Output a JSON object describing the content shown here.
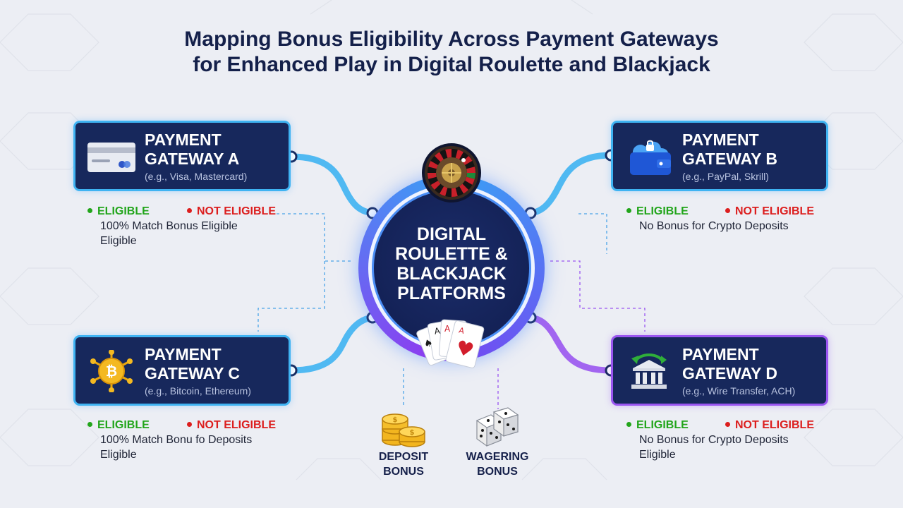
{
  "title": {
    "line1": "Mapping Bonus Eligibility Across Payment Gateways",
    "line2": "for Enhanced Play in Digital Roulette and Blackjack"
  },
  "hub": {
    "lines": [
      "DIGITAL",
      "ROULETTE &",
      "BLACKJACK",
      "PLATFORMS"
    ],
    "icons": [
      "roulette-wheel-icon",
      "playing-cards-icon"
    ]
  },
  "gateways": [
    {
      "id": "a",
      "title_line1": "PAYMENT",
      "title_line2": "GATEWAY A",
      "subtitle": "(e.g., Visa, Mastercard)",
      "icon": "credit-card-icon",
      "eligible_label": "ELIGIBLE",
      "not_eligible_label": "NOT ELIGIBLE",
      "notes": [
        "100% Match Bonus Eligible",
        "Eligible"
      ]
    },
    {
      "id": "b",
      "title_line1": "PAYMENT",
      "title_line2": "GATEWAY B",
      "subtitle": "(e.g., PayPal, Skrill)",
      "icon": "digital-wallet-icon",
      "eligible_label": "ELIGIBLE",
      "not_eligible_label": "NOT ELIGIBLE",
      "notes": [
        "No Bonus for Crypto Deposits"
      ]
    },
    {
      "id": "c",
      "title_line1": "PAYMENT",
      "title_line2": "GATEWAY C",
      "subtitle": "(e.g., Bitcoin, Ethereum)",
      "icon": "bitcoin-icon",
      "eligible_label": "ELIGIBLE",
      "not_eligible_label": "NOT ELIGIBLE",
      "notes": [
        "100% Match Bonu fo Deposits",
        "Eligible"
      ]
    },
    {
      "id": "d",
      "title_line1": "PAYMENT",
      "title_line2": "GATEWAY D",
      "subtitle": "(e.g., Wire Transfer, ACH)",
      "icon": "bank-transfer-icon",
      "eligible_label": "ELIGIBLE",
      "not_eligible_label": "NOT ELIGIBLE",
      "notes": [
        "No Bonus for Crypto Deposits",
        "Eligible"
      ]
    }
  ],
  "bonuses": [
    {
      "line1": "DEPOSIT",
      "line2": "BONUS",
      "icon": "gold-coins-icon"
    },
    {
      "line1": "WAGERING",
      "line2": "BONUS",
      "icon": "dice-icon"
    }
  ],
  "colors": {
    "card_bg": "#17285c",
    "accent_blue": "#3fb3f2",
    "accent_purple": "#9a55f0",
    "eligible": "#22a51b",
    "not_eligible": "#dc1e1e",
    "title": "#14204a"
  }
}
